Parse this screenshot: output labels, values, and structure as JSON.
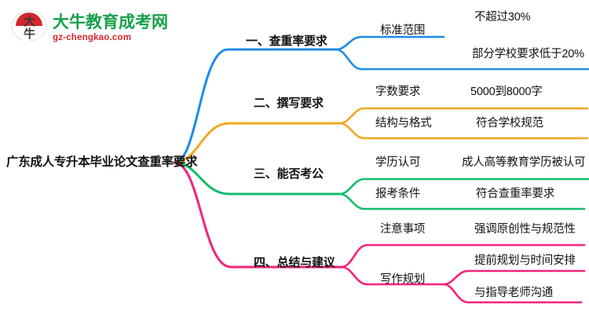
{
  "logo": {
    "mark_line1": "大",
    "mark_line2": "牛",
    "title": "大牛教育成考网",
    "subtitle": "gz-chengkao.com",
    "title_color": "#16A04A",
    "subtitle_color": "#D6262C",
    "arc_color": "#D6262C"
  },
  "mindmap": {
    "root": {
      "label": "广东成人专升本毕业论文查重率要求"
    },
    "branches": [
      {
        "label": "一、查重率要求",
        "color": "#1E8BE8",
        "children": [
          {
            "label": "标准范围",
            "children": [
              {
                "label": "不超过30%"
              },
              {
                "label": "部分学校要求低于20%"
              }
            ]
          }
        ]
      },
      {
        "label": "二、撰写要求",
        "color": "#F0A81E",
        "children": [
          {
            "label": "字数要求",
            "children": [
              {
                "label": "5000到8000字"
              }
            ]
          },
          {
            "label": "结构与格式",
            "children": [
              {
                "label": "符合学校规范"
              }
            ]
          }
        ]
      },
      {
        "label": "三、能否考公",
        "color": "#13BD6B",
        "children": [
          {
            "label": "学历认可",
            "children": [
              {
                "label": "成人高等教育学历被认可"
              }
            ]
          },
          {
            "label": "报考条件",
            "children": [
              {
                "label": "符合查重率要求"
              }
            ]
          }
        ]
      },
      {
        "label": "四、总结与建议",
        "color": "#F5237A",
        "children": [
          {
            "label": "注意事项",
            "children": [
              {
                "label": "强调原创性与规范性"
              }
            ]
          },
          {
            "label": "写作规划",
            "children": [
              {
                "label": "提前规划与时间安排"
              },
              {
                "label": "与指导老师沟通"
              }
            ]
          }
        ]
      }
    ]
  }
}
